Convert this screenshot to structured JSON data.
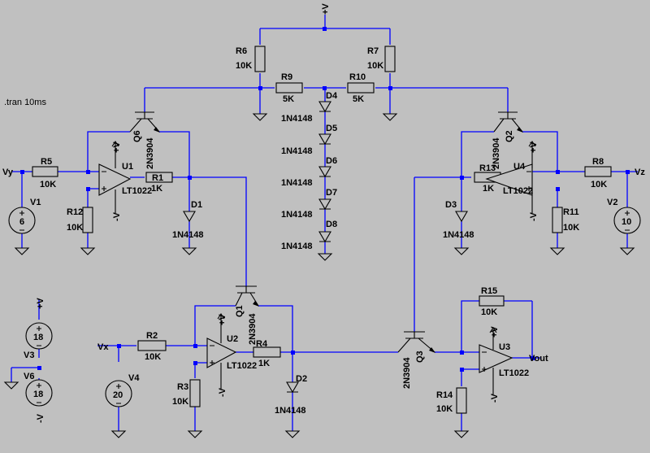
{
  "directive": ".tran 10ms",
  "labels": {
    "vplus": "+V",
    "vminus": "-V",
    "vy": "Vy",
    "vx": "Vx",
    "vz": "Vz",
    "vout": "Vout"
  },
  "components": {
    "R1": {
      "name": "R1",
      "value": "1K"
    },
    "R2": {
      "name": "R2",
      "value": "10K"
    },
    "R3": {
      "name": "R3",
      "value": "10K"
    },
    "R4": {
      "name": "R4",
      "value": "1K"
    },
    "R5": {
      "name": "R5",
      "value": "10K"
    },
    "R6": {
      "name": "R6",
      "value": "10K"
    },
    "R7": {
      "name": "R7",
      "value": "10K"
    },
    "R8": {
      "name": "R8",
      "value": "10K"
    },
    "R9": {
      "name": "R9",
      "value": "5K"
    },
    "R10": {
      "name": "R10",
      "value": "5K"
    },
    "R11": {
      "name": "R11",
      "value": "10K"
    },
    "R12": {
      "name": "R12",
      "value": "10K"
    },
    "R13": {
      "name": "R13",
      "value": "1K"
    },
    "R14": {
      "name": "R14",
      "value": "10K"
    },
    "R15": {
      "name": "R15",
      "value": "10K"
    },
    "D1": {
      "name": "D1",
      "model": "1N4148"
    },
    "D2": {
      "name": "D2",
      "model": "1N4148"
    },
    "D3": {
      "name": "D3",
      "model": "1N4148"
    },
    "D4": {
      "name": "D4",
      "model": "1N4148"
    },
    "D5": {
      "name": "D5",
      "model": "1N4148"
    },
    "D6": {
      "name": "D6",
      "model": "1N4148"
    },
    "D7": {
      "name": "D7",
      "model": "1N4148"
    },
    "D8": {
      "name": "D8",
      "model": "1N4148"
    },
    "Q1": {
      "name": "Q1",
      "model": "2N3904"
    },
    "Q2": {
      "name": "Q2",
      "model": "2N3904"
    },
    "Q3": {
      "name": "Q3",
      "model": "2N3904"
    },
    "Q6": {
      "name": "Q6",
      "model": "2N3904"
    },
    "U1": {
      "name": "U1",
      "model": "LT1022"
    },
    "U2": {
      "name": "U2",
      "model": "LT1022"
    },
    "U3": {
      "name": "U3",
      "model": "LT1022"
    },
    "U4": {
      "name": "U4",
      "model": "LT1022"
    },
    "V1": {
      "name": "V1",
      "value": "6"
    },
    "V2": {
      "name": "V2",
      "value": "10"
    },
    "V3": {
      "name": "V3",
      "value": "18"
    },
    "V4": {
      "name": "V4",
      "value": "20"
    },
    "V6": {
      "name": "V6",
      "value": "18"
    }
  },
  "colors": {
    "background": "#c0c0c0",
    "wire": "#0000ff",
    "symbol": "#000000"
  }
}
